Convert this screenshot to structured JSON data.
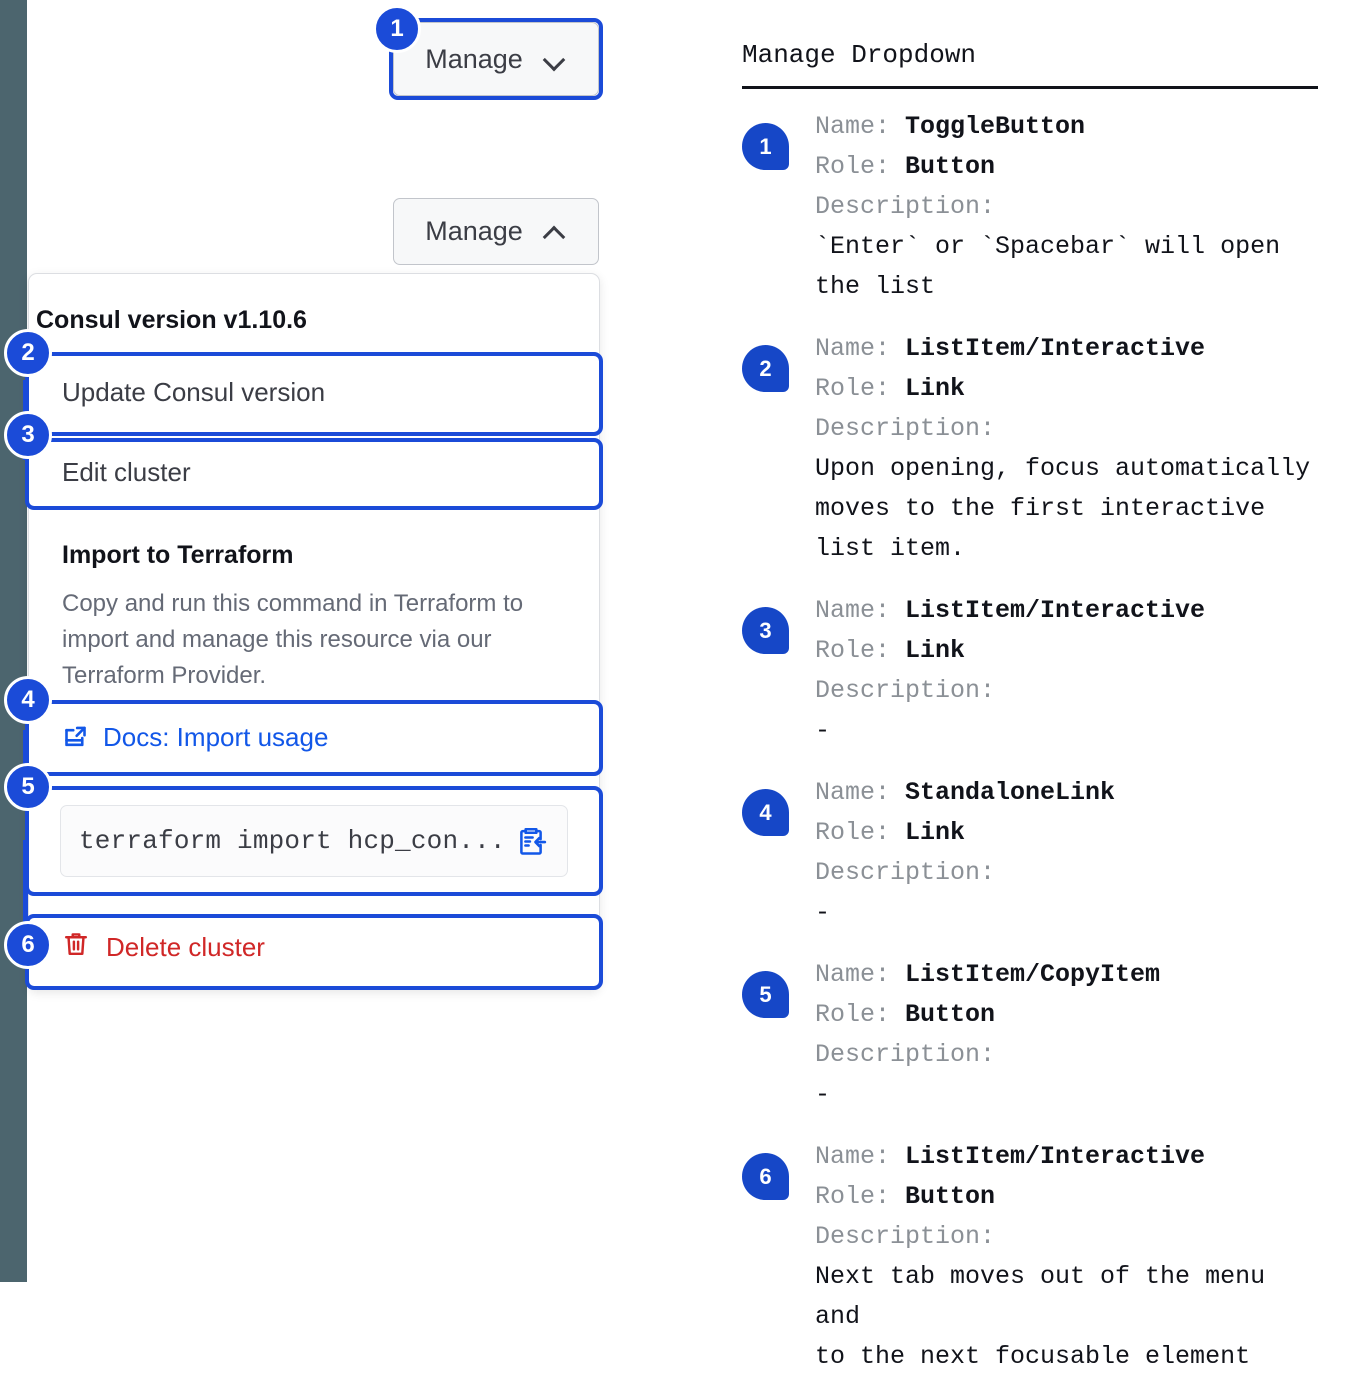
{
  "rail": {
    "color": "#4c656e"
  },
  "accent": {
    "blue": "#1b4bd8",
    "link": "#1257e8",
    "danger": "#d02727"
  },
  "buttons": {
    "manage_closed": {
      "label": "Manage",
      "icon": "chevron-down-icon"
    },
    "manage_open": {
      "label": "Manage",
      "icon": "chevron-up-icon"
    }
  },
  "dropdown": {
    "version_header": "Consul version v1.10.6",
    "update_item": "Update Consul version",
    "edit_item": "Edit cluster",
    "terraform": {
      "title": "Import to Terraform",
      "body": "Copy and run this command in Terraform to import and manage this resource via our Terraform Provider.",
      "docs_link": "Docs: Import usage",
      "docs_icon": "external-link-icon",
      "command": "terraform import hcp_con...",
      "copy_icon": "copy-to-clipboard-icon"
    },
    "delete_item": "Delete cluster",
    "delete_icon": "trash-icon"
  },
  "markers": {
    "one": "1",
    "two": "2",
    "three": "3",
    "four": "4",
    "five": "5",
    "six": "6"
  },
  "reference": {
    "title": "Manage Dropdown",
    "labels": {
      "name": "Name:",
      "role": "Role:",
      "description": "Description:"
    },
    "entries": [
      {
        "num": "1",
        "name": "ToggleButton",
        "role": "Button",
        "description": "`Enter` or `Spacebar` will open\nthe list"
      },
      {
        "num": "2",
        "name": "ListItem/Interactive",
        "role": "Link",
        "description": "Upon opening, focus automatically\nmoves to the first interactive\nlist item."
      },
      {
        "num": "3",
        "name": "ListItem/Interactive",
        "role": "Link",
        "description": "-"
      },
      {
        "num": "4",
        "name": "StandaloneLink",
        "role": "Link",
        "description": "-"
      },
      {
        "num": "5",
        "name": "ListItem/CopyItem",
        "role": "Button",
        "description": "-"
      },
      {
        "num": "6",
        "name": "ListItem/Interactive",
        "role": "Button",
        "description": "Next tab moves out of the menu and\nto the next focusable element"
      }
    ]
  }
}
